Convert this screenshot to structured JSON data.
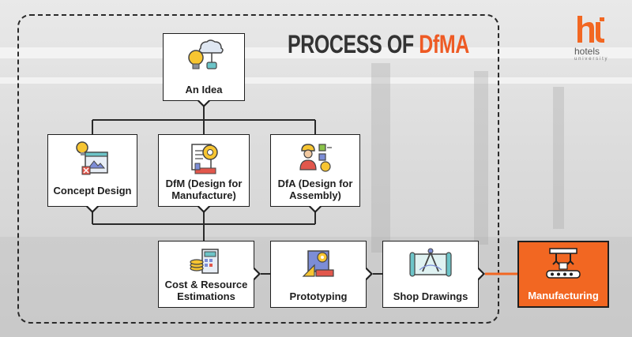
{
  "title": {
    "main": "PROCESS OF ",
    "accent": "DfMA"
  },
  "logo": {
    "word": "hotels",
    "sub": "university"
  },
  "nodes": {
    "idea": "An Idea",
    "concept": "Concept Design",
    "dfm": "DfM (Design for Manufacture)",
    "dfa": "DfA (Design for Assembly)",
    "cost": "Cost & Resource Estimations",
    "proto": "Prototyping",
    "shop": "Shop Drawings",
    "mfg": "Manufacturing"
  },
  "icons": {
    "idea": "lightbulb-cloud-icon",
    "concept": "design-window-icon",
    "dfm": "document-gear-icon",
    "dfa": "worker-checklist-icon",
    "cost": "calculator-coins-icon",
    "proto": "blueprint-tools-icon",
    "shop": "compass-drawing-icon",
    "mfg": "robot-arm-conveyor-icon"
  },
  "colors": {
    "accent": "#ee5a24",
    "dark": "#1f1f1f"
  }
}
